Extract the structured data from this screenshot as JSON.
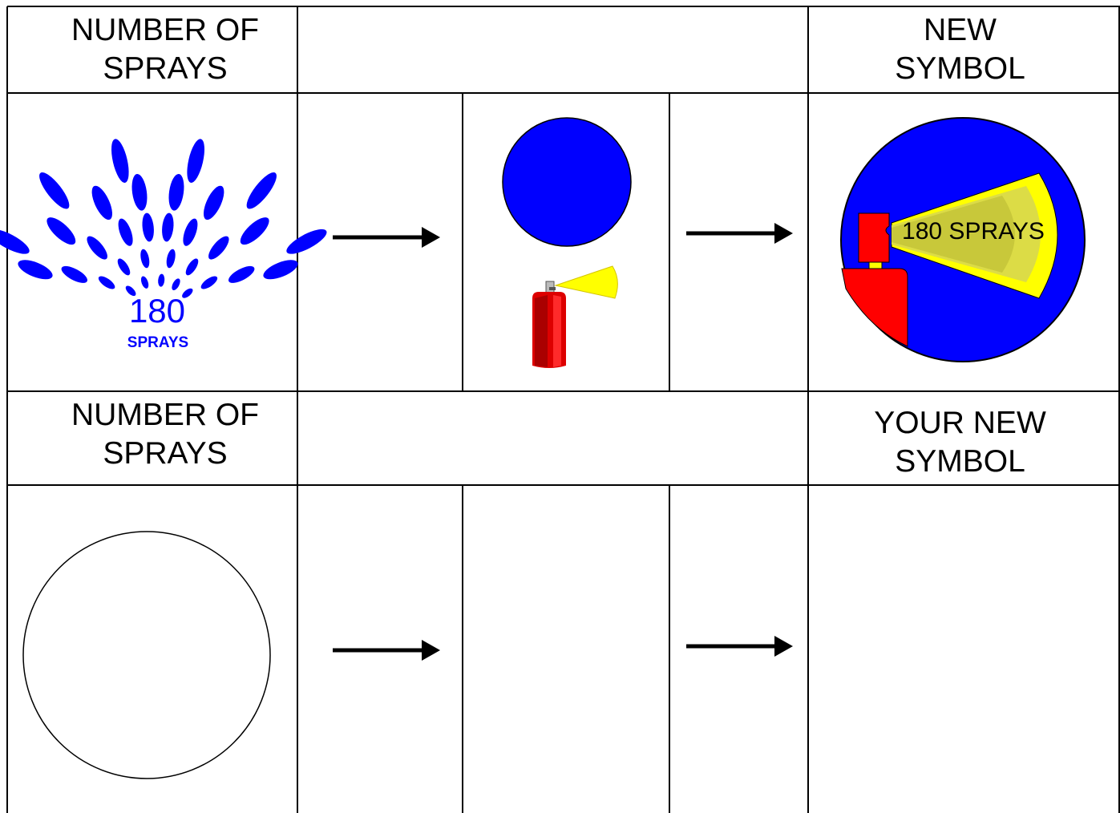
{
  "colors": {
    "line": "#000000",
    "blue": "#0000ff",
    "red": "#ff0000",
    "yellow": "#ffff00",
    "olive": "#c8c83a"
  },
  "example_row": {
    "header_left": "NUMBER OF\nSPRAYS",
    "header_right": "NEW\nSYMBOL",
    "sprays_icon": {
      "number": "180",
      "caption": "SPRAYS"
    },
    "new_symbol": {
      "label": "180 SPRAYS"
    }
  },
  "blank_row": {
    "header_left": "NUMBER OF\nSPRAYS",
    "header_right": "YOUR NEW\nSYMBOL"
  },
  "icons": [
    "spray-fan-icon",
    "right-arrow-icon",
    "blue-circle-icon",
    "spray-can-icon",
    "new-symbol-icon",
    "empty-circle-icon"
  ]
}
